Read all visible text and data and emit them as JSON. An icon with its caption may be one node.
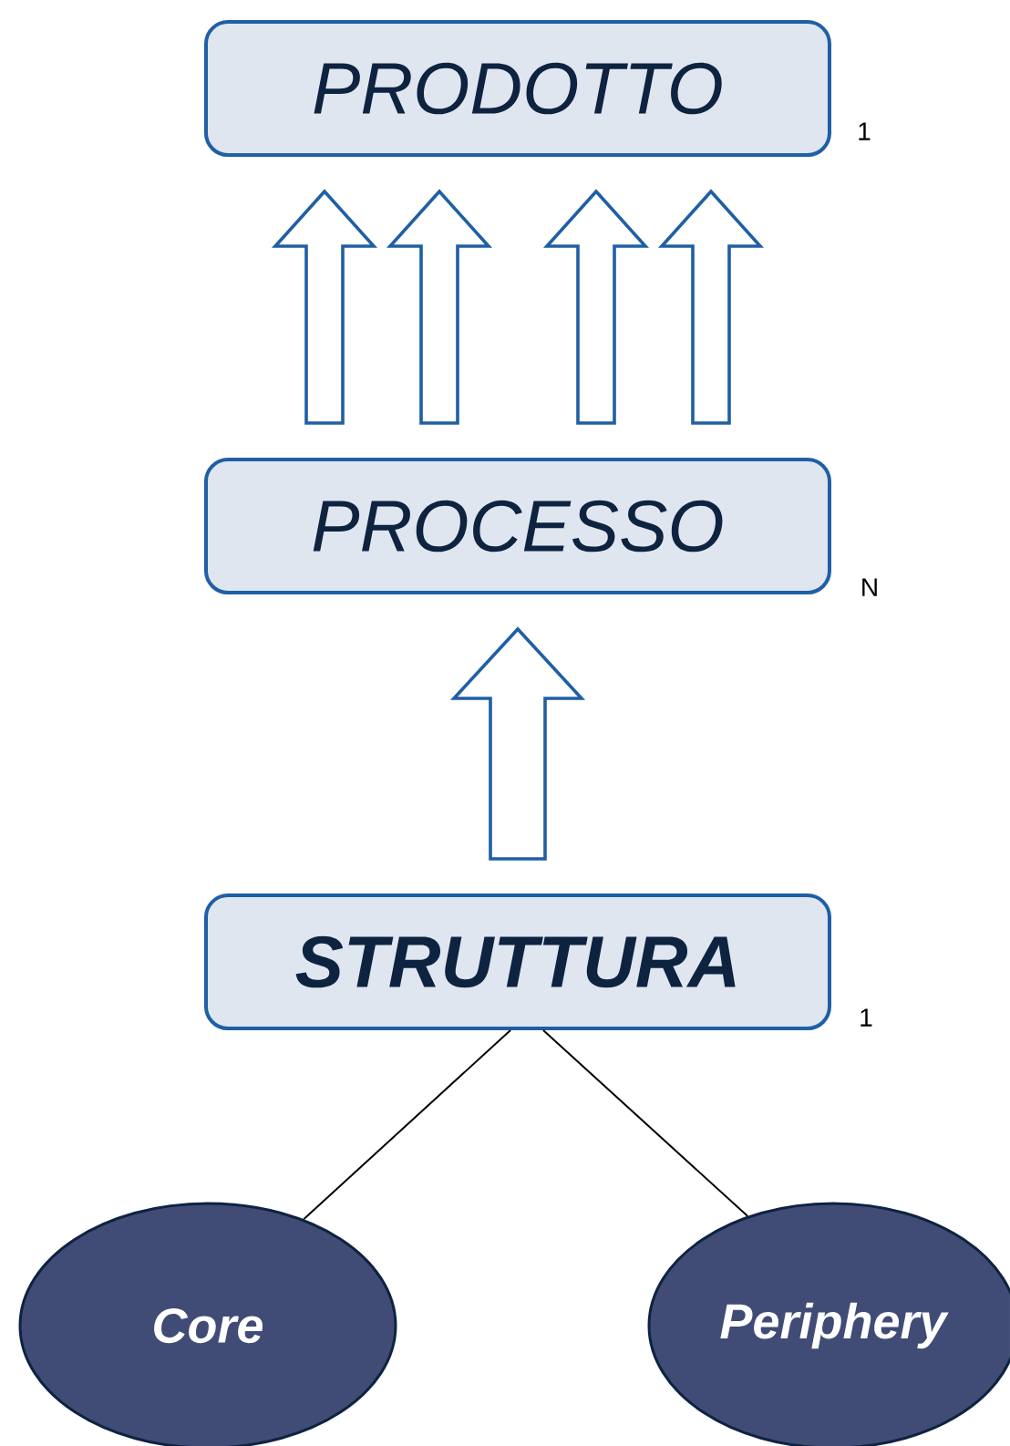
{
  "diagram": {
    "nodes": [
      {
        "text": [
          "PRODOTTO"
        ],
        "beside": [
          "1"
        ]
      },
      {
        "text": [
          "PROCESSO"
        ],
        "beside": [
          "N"
        ]
      },
      {
        "text": [
          "STRUTTURA"
        ],
        "beside": [
          "1"
        ]
      },
      {
        "text": [
          "Core"
        ]
      },
      {
        "text": [
          "Periphery"
        ]
      }
    ],
    "edges": [
      {
        "from": 1,
        "to": 0,
        "arrow": "to"
      },
      {
        "from": 1,
        "to": 0,
        "arrow": "to"
      },
      {
        "from": 1,
        "to": 0,
        "arrow": "to"
      },
      {
        "from": 1,
        "to": 0,
        "arrow": "to"
      },
      {
        "from": 2,
        "to": 1,
        "arrow": "to"
      },
      {
        "from": 2,
        "to": 3,
        "arrow": "none",
        "color": "#000000"
      },
      {
        "from": 2,
        "to": 4,
        "arrow": "none",
        "color": "#000000"
      }
    ]
  }
}
